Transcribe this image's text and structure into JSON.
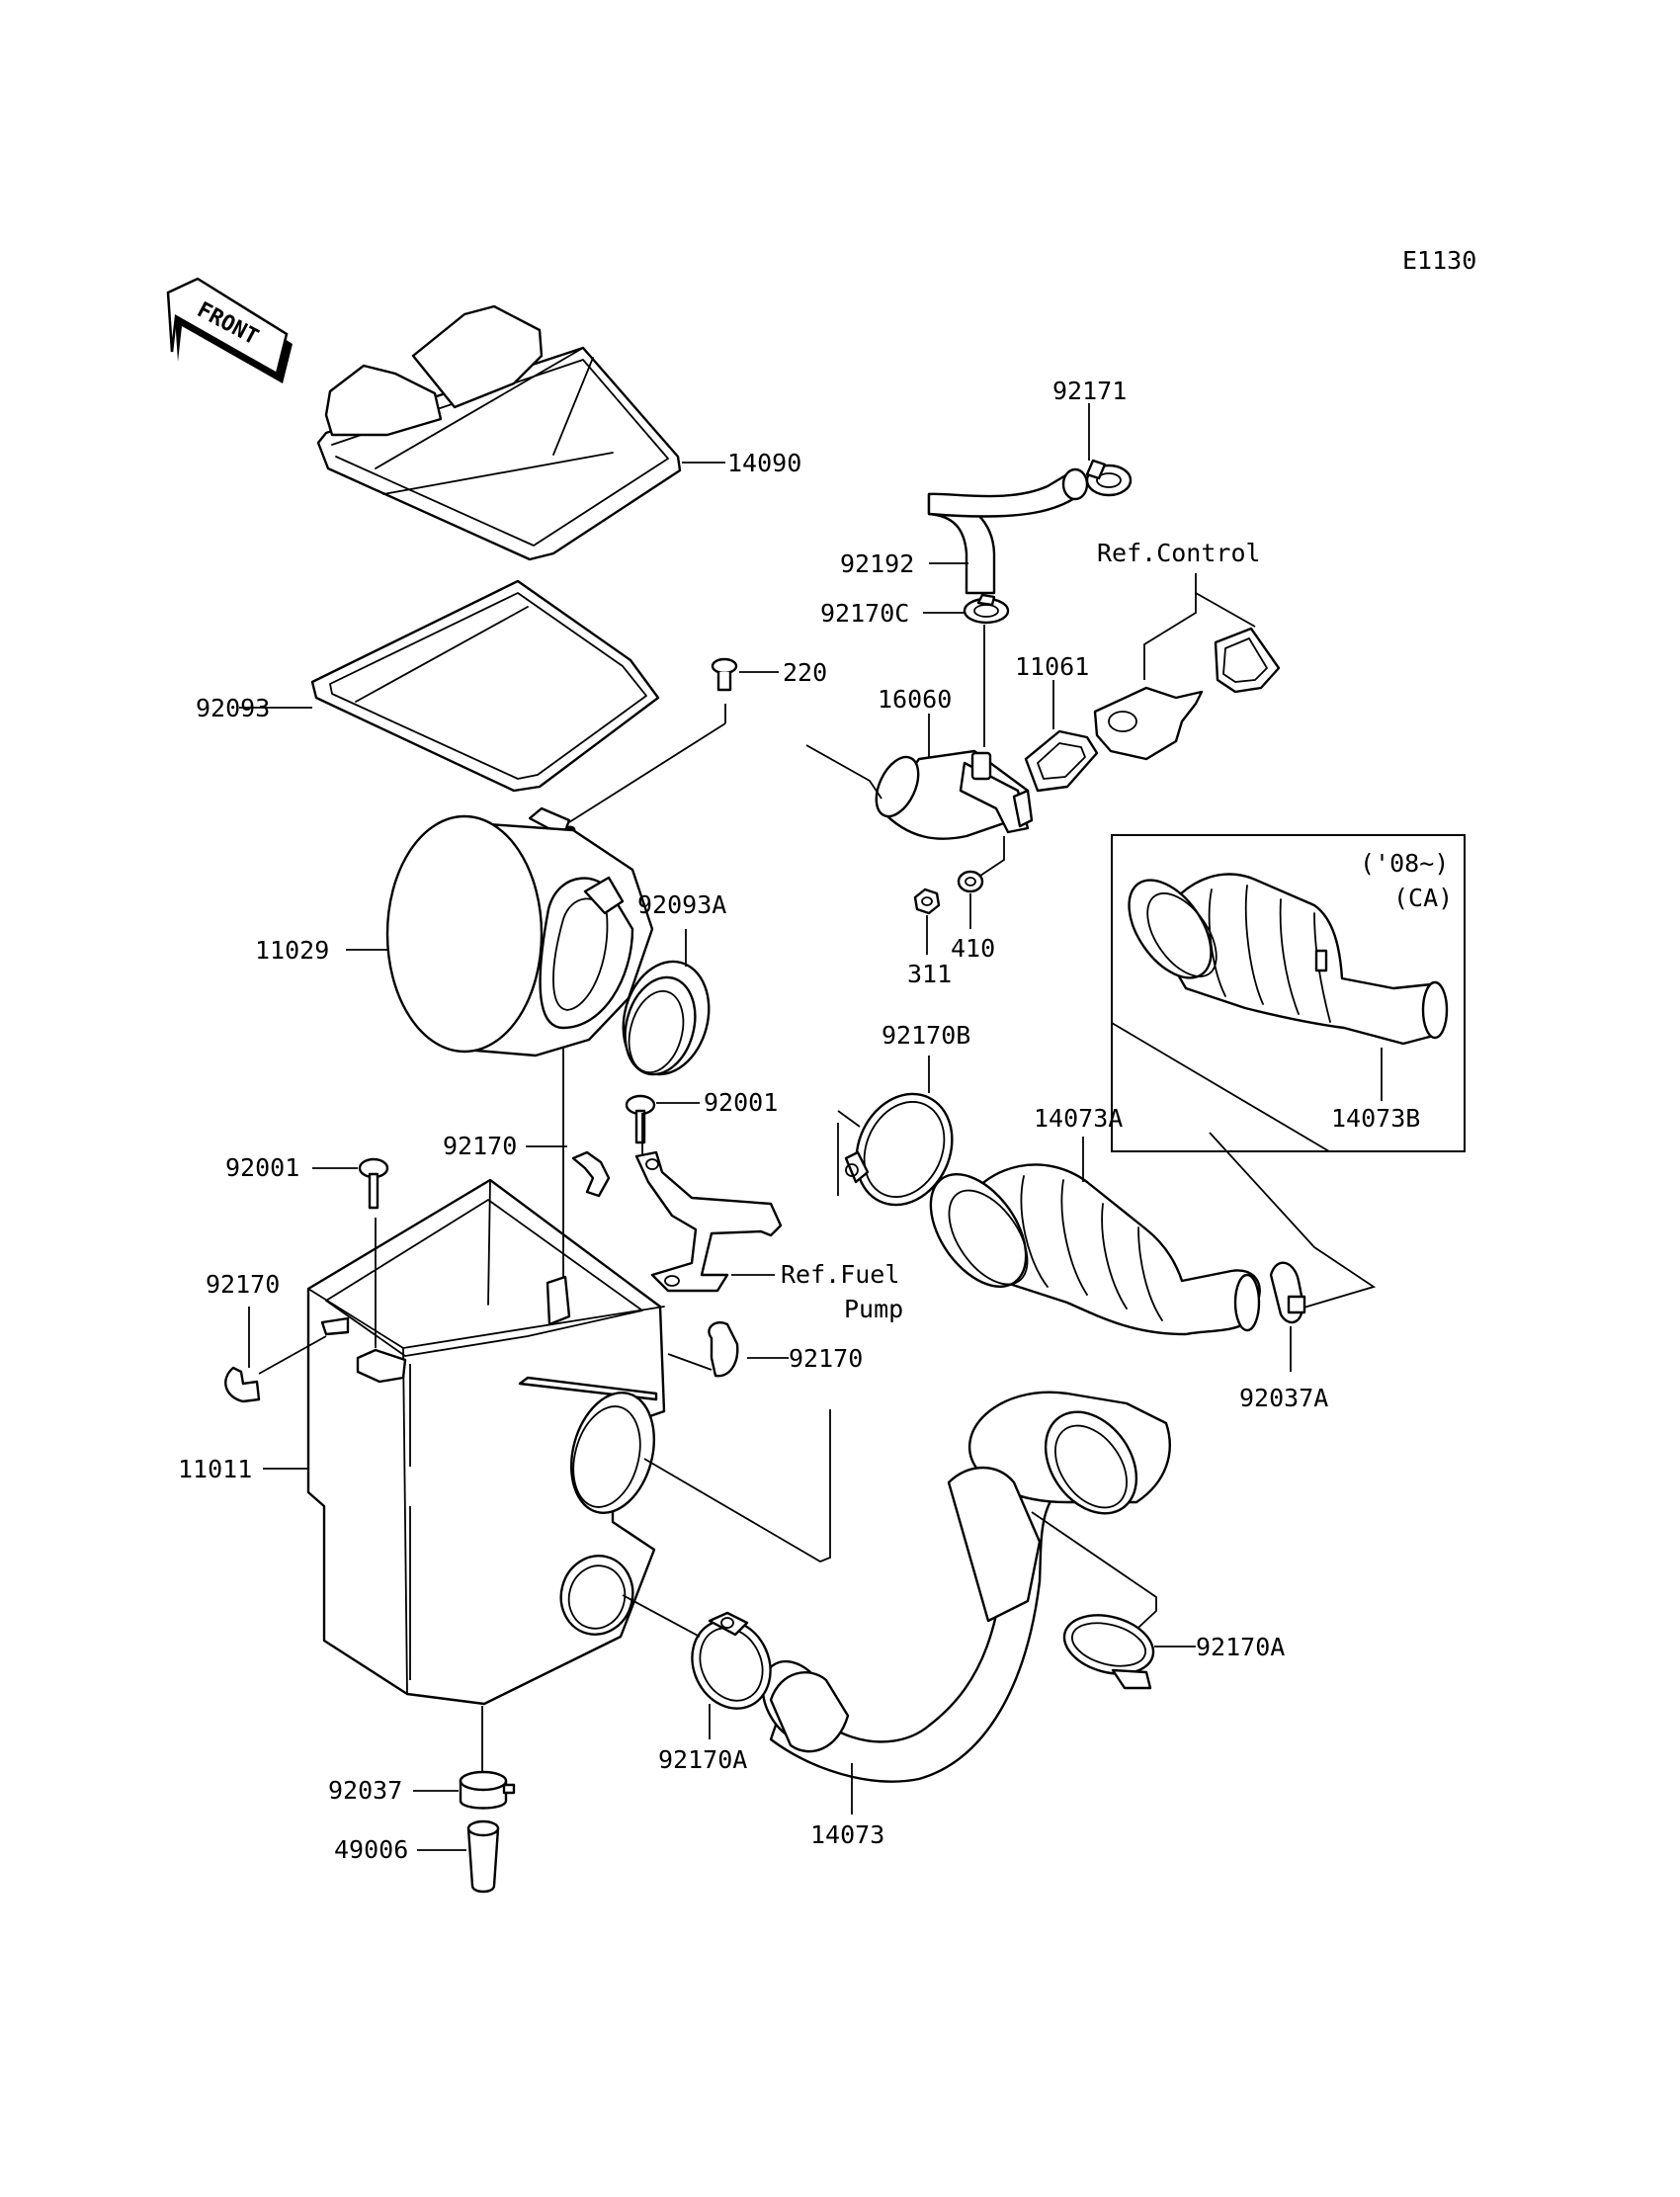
{
  "diagram_code": "E1130",
  "front_arrow": {
    "label": "FRONT",
    "icon": "front-arrow-icon"
  },
  "inset": {
    "years": "('08~)",
    "region": "(CA)"
  },
  "references": {
    "control": "Ref.Control",
    "fuel_pump_1": "Ref.Fuel",
    "fuel_pump_2": "Pump"
  },
  "callouts": {
    "c14090": "14090",
    "c92171": "92171",
    "c92192": "92192",
    "c92170c": "92170C",
    "c92093": "92093",
    "c220": "220",
    "c11061": "11061",
    "c16060": "16060",
    "c11029": "11029",
    "c92093a": "92093A",
    "c311": "311",
    "c410": "410",
    "c14073b": "14073B",
    "c92170b": "92170B",
    "c92001_top": "92001",
    "c92001_left": "92001",
    "c92170_mid": "92170",
    "c14073a": "14073A",
    "c92170_left": "92170",
    "c92170_right": "92170",
    "c92037a": "92037A",
    "c11011": "11011",
    "c92170a_right": "92170A",
    "c92170a_mid": "92170A",
    "c92037": "92037",
    "c49006": "49006",
    "c14073": "14073"
  }
}
